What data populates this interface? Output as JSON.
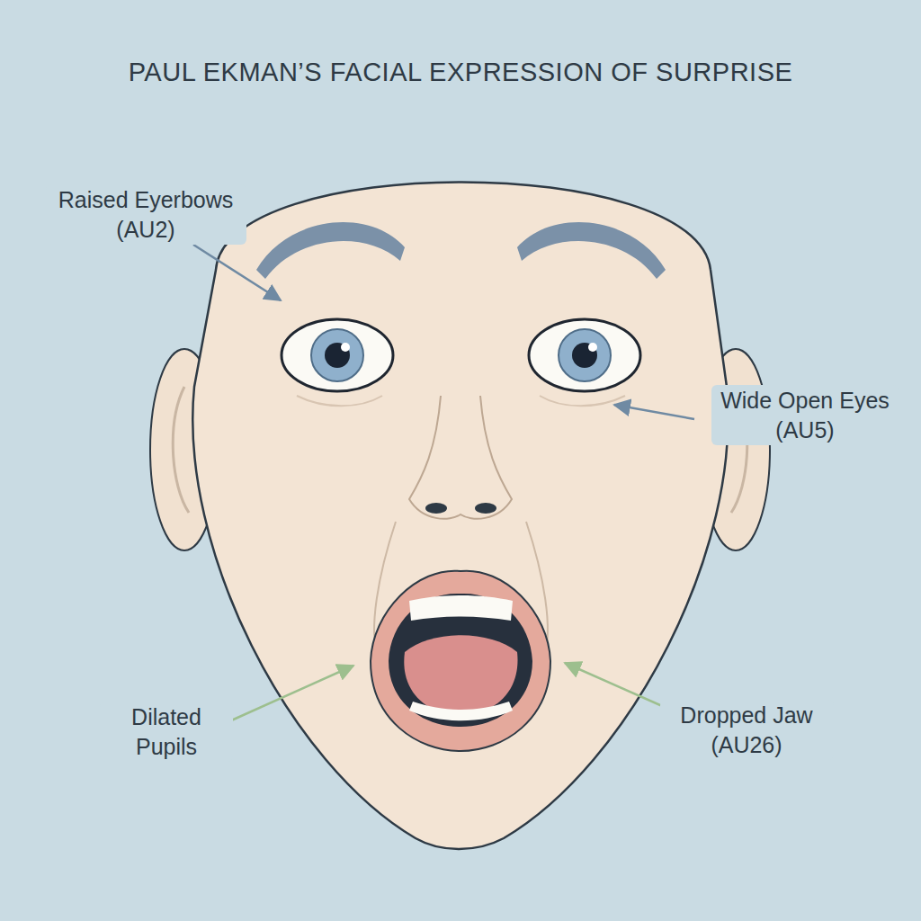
{
  "diagram": {
    "title": "PAUL EKMAN’S FACIAL EXPRESSION OF SURPRISE",
    "labels": [
      "Raised Eyerbows (AU2)",
      "Wide Open Eyes (AU5)",
      "Dilated Pupils",
      "Dropped Jaw (AU26)"
    ]
  }
}
